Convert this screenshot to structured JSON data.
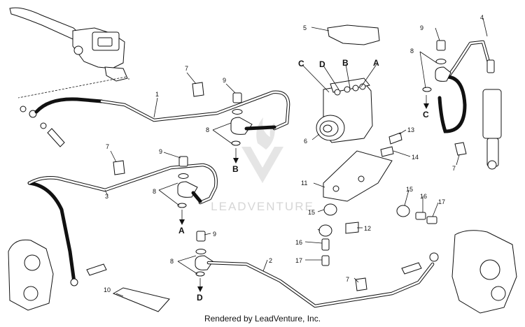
{
  "watermark": "LEADVENTURE",
  "footer": "Rendered by LeadVenture, Inc.",
  "callouts": {
    "n1": "1",
    "n2": "2",
    "n3": "3",
    "n4": "4",
    "n5": "5",
    "n6": "6",
    "n7a": "7",
    "n7b": "7",
    "n7c": "7",
    "n7d": "7",
    "n8a": "8",
    "n8b": "8",
    "n8c": "8",
    "n8d": "8",
    "n9a": "9",
    "n9b": "9",
    "n9c": "9",
    "n9d": "9",
    "n10": "10",
    "n11": "11",
    "n12": "12",
    "n13": "13",
    "n14": "14",
    "n15a": "15",
    "n15b": "15",
    "n16a": "16",
    "n16b": "16",
    "n17a": "17",
    "n17b": "17"
  },
  "letters": {
    "A1": "A",
    "B1": "B",
    "C1": "C",
    "D1": "D",
    "A2": "A",
    "B2": "B",
    "C2": "C",
    "D2": "D"
  }
}
